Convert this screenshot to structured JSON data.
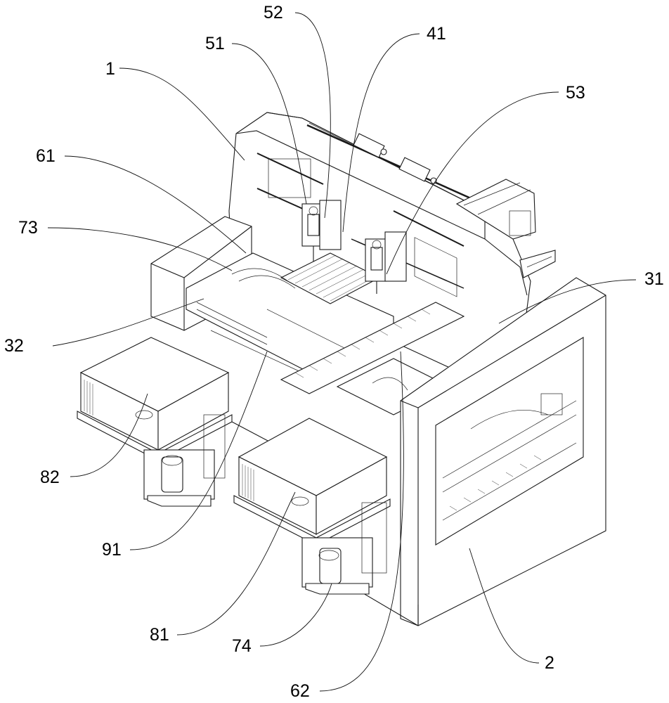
{
  "figure": {
    "type": "patent isometric line drawing",
    "subject": "automated machine with gantry frame, dual mounting heads, conveyors and tray magazines"
  },
  "labels": [
    {
      "id": "52",
      "text": "52"
    },
    {
      "id": "51",
      "text": "51"
    },
    {
      "id": "41",
      "text": "41"
    },
    {
      "id": "1",
      "text": "1"
    },
    {
      "id": "53",
      "text": "53"
    },
    {
      "id": "61",
      "text": "61"
    },
    {
      "id": "73",
      "text": "73"
    },
    {
      "id": "31",
      "text": "31"
    },
    {
      "id": "32",
      "text": "32"
    },
    {
      "id": "82",
      "text": "82"
    },
    {
      "id": "91",
      "text": "91"
    },
    {
      "id": "81",
      "text": "81"
    },
    {
      "id": "74",
      "text": "74"
    },
    {
      "id": "2",
      "text": "2"
    },
    {
      "id": "62",
      "text": "62"
    }
  ]
}
